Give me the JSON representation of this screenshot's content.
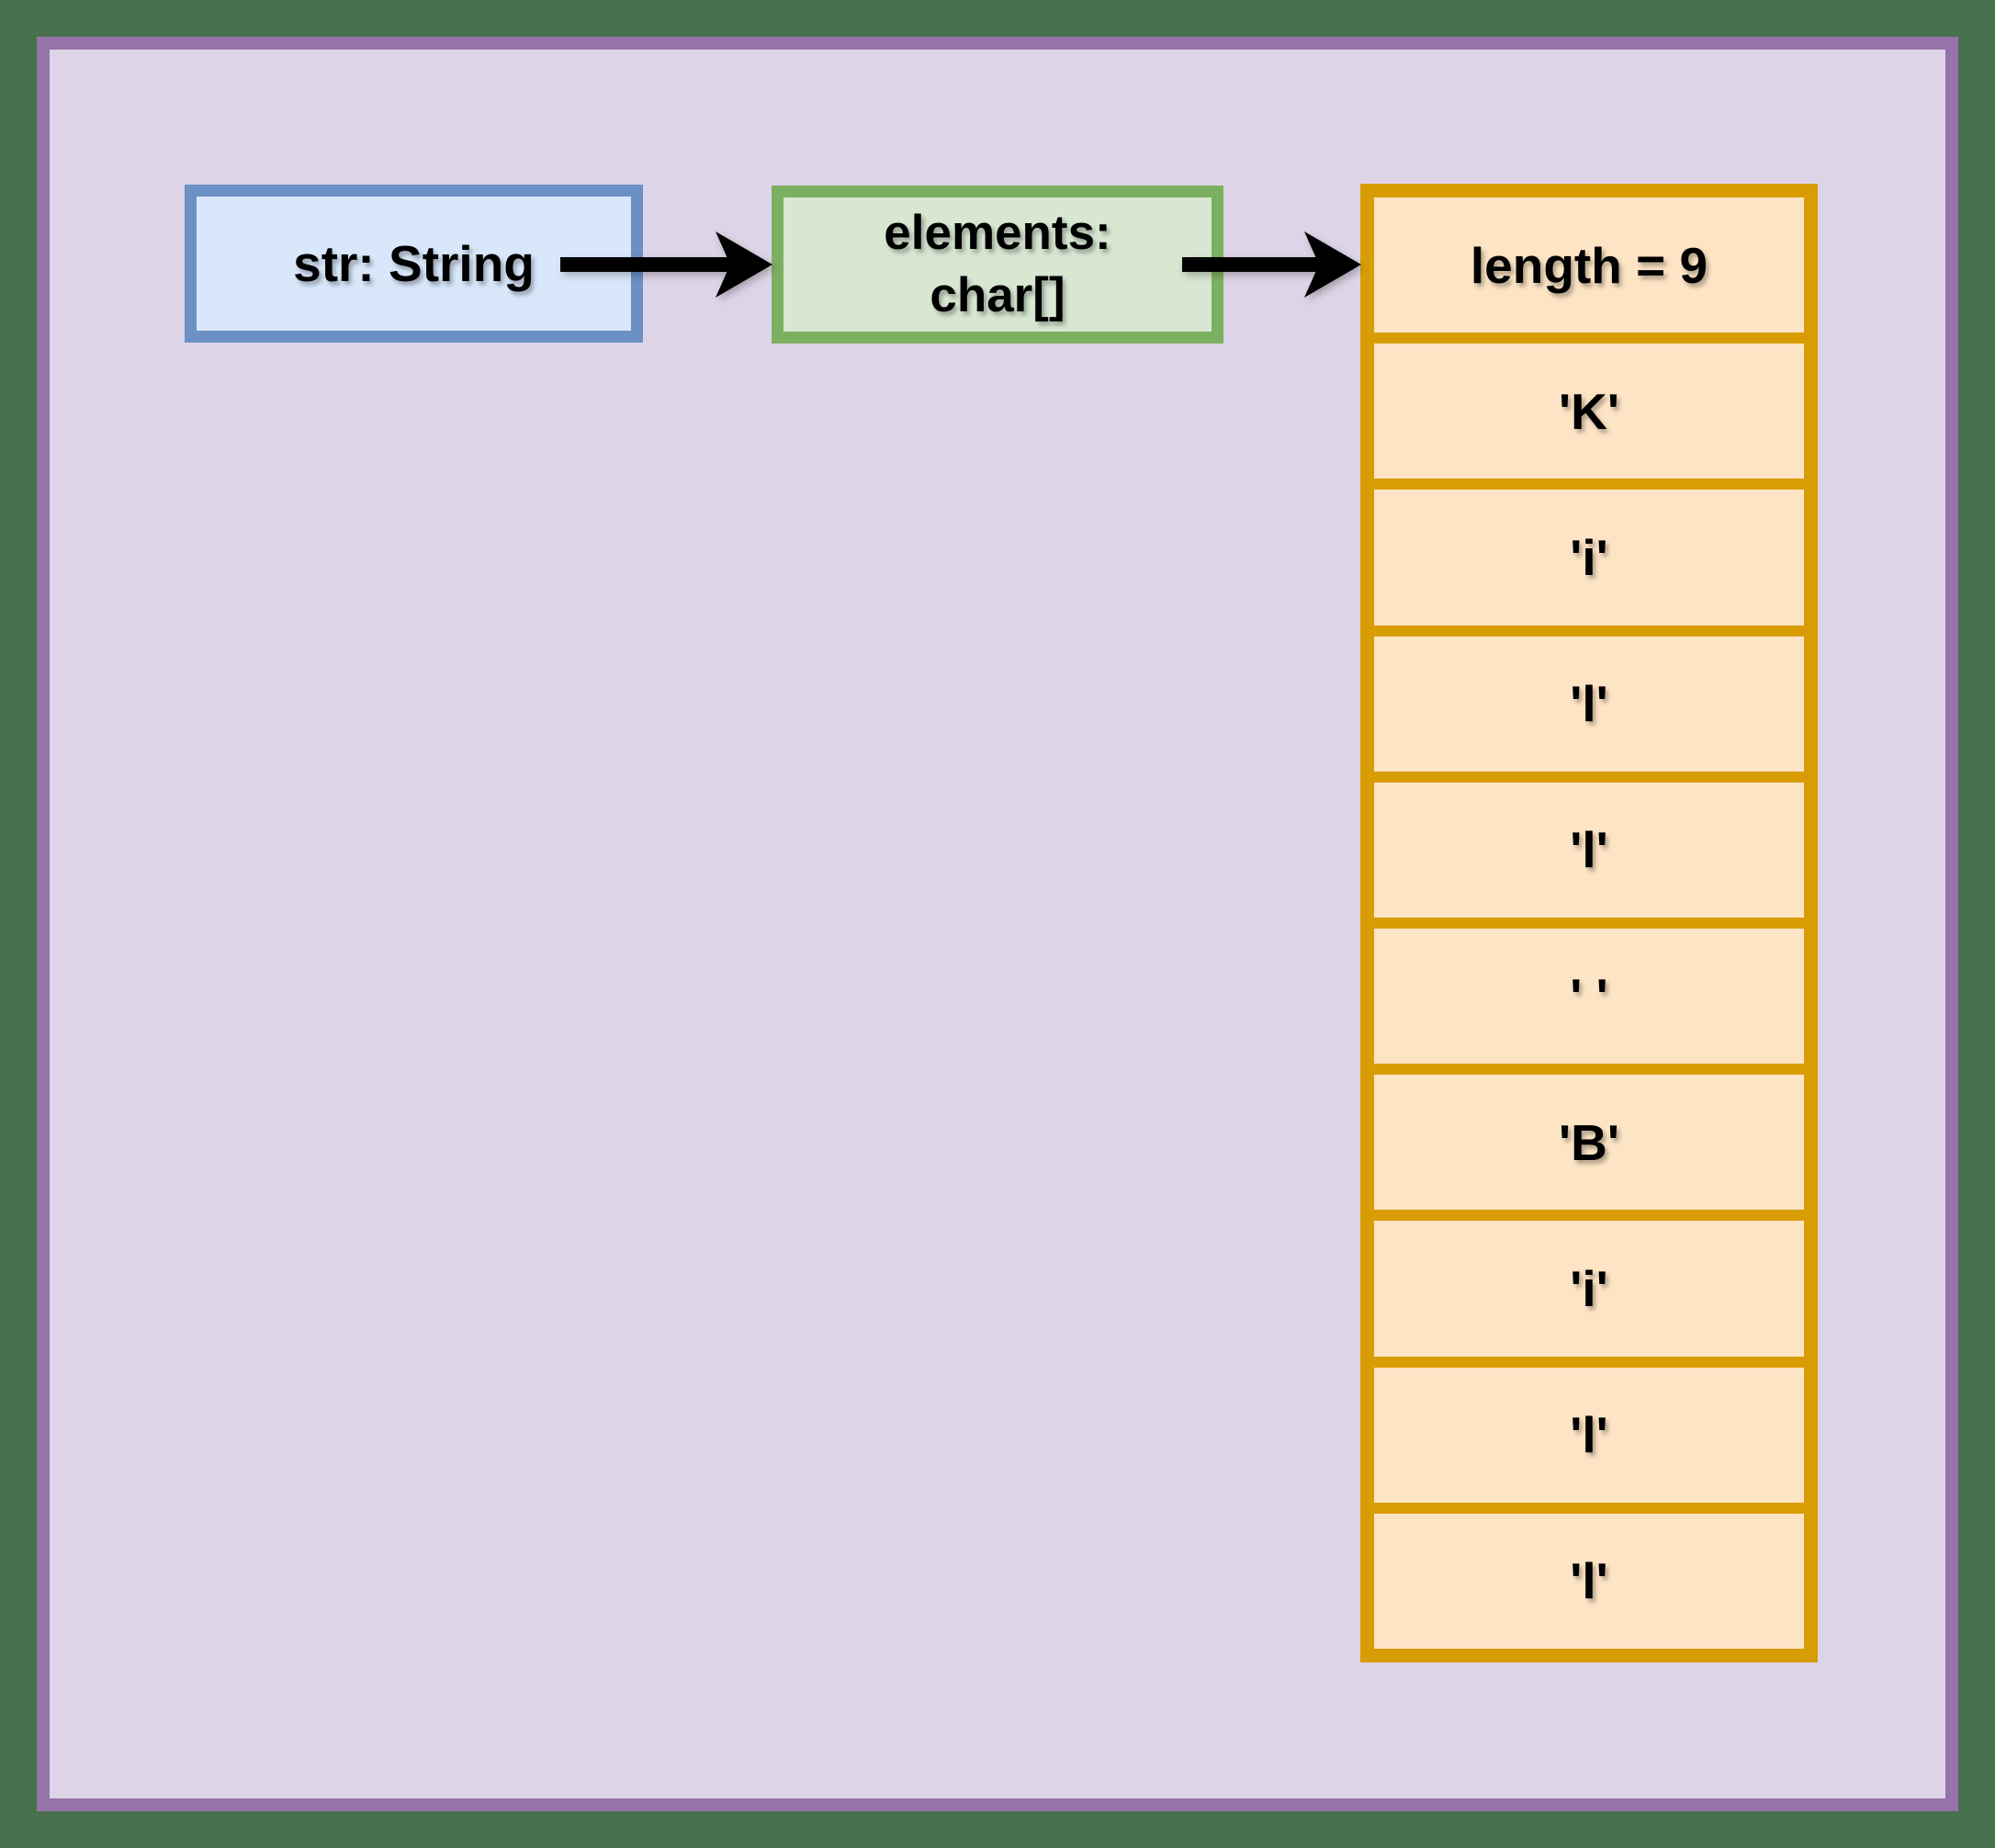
{
  "str_box": {
    "label": "str: String"
  },
  "elements_box": {
    "line1": "elements:",
    "line2": "char[]"
  },
  "array": {
    "header": "length = 9",
    "cells": [
      "'K'",
      "'i'",
      "'l'",
      "'l'",
      "' '",
      "'B'",
      "'i'",
      "'l'",
      "'l'"
    ]
  },
  "colors": {
    "outer_background": "#47704d",
    "panel_border": "#9673a9",
    "panel_fill": "#ded4e7",
    "str_box_border": "#6b90c4",
    "str_box_fill": "#d9e7fb",
    "elements_box_border": "#7cb061",
    "elements_box_fill": "#d7e7d2",
    "array_border": "#d89d04",
    "array_fill": "#fde4c5",
    "arrow": "#000000",
    "text": "#000000"
  }
}
